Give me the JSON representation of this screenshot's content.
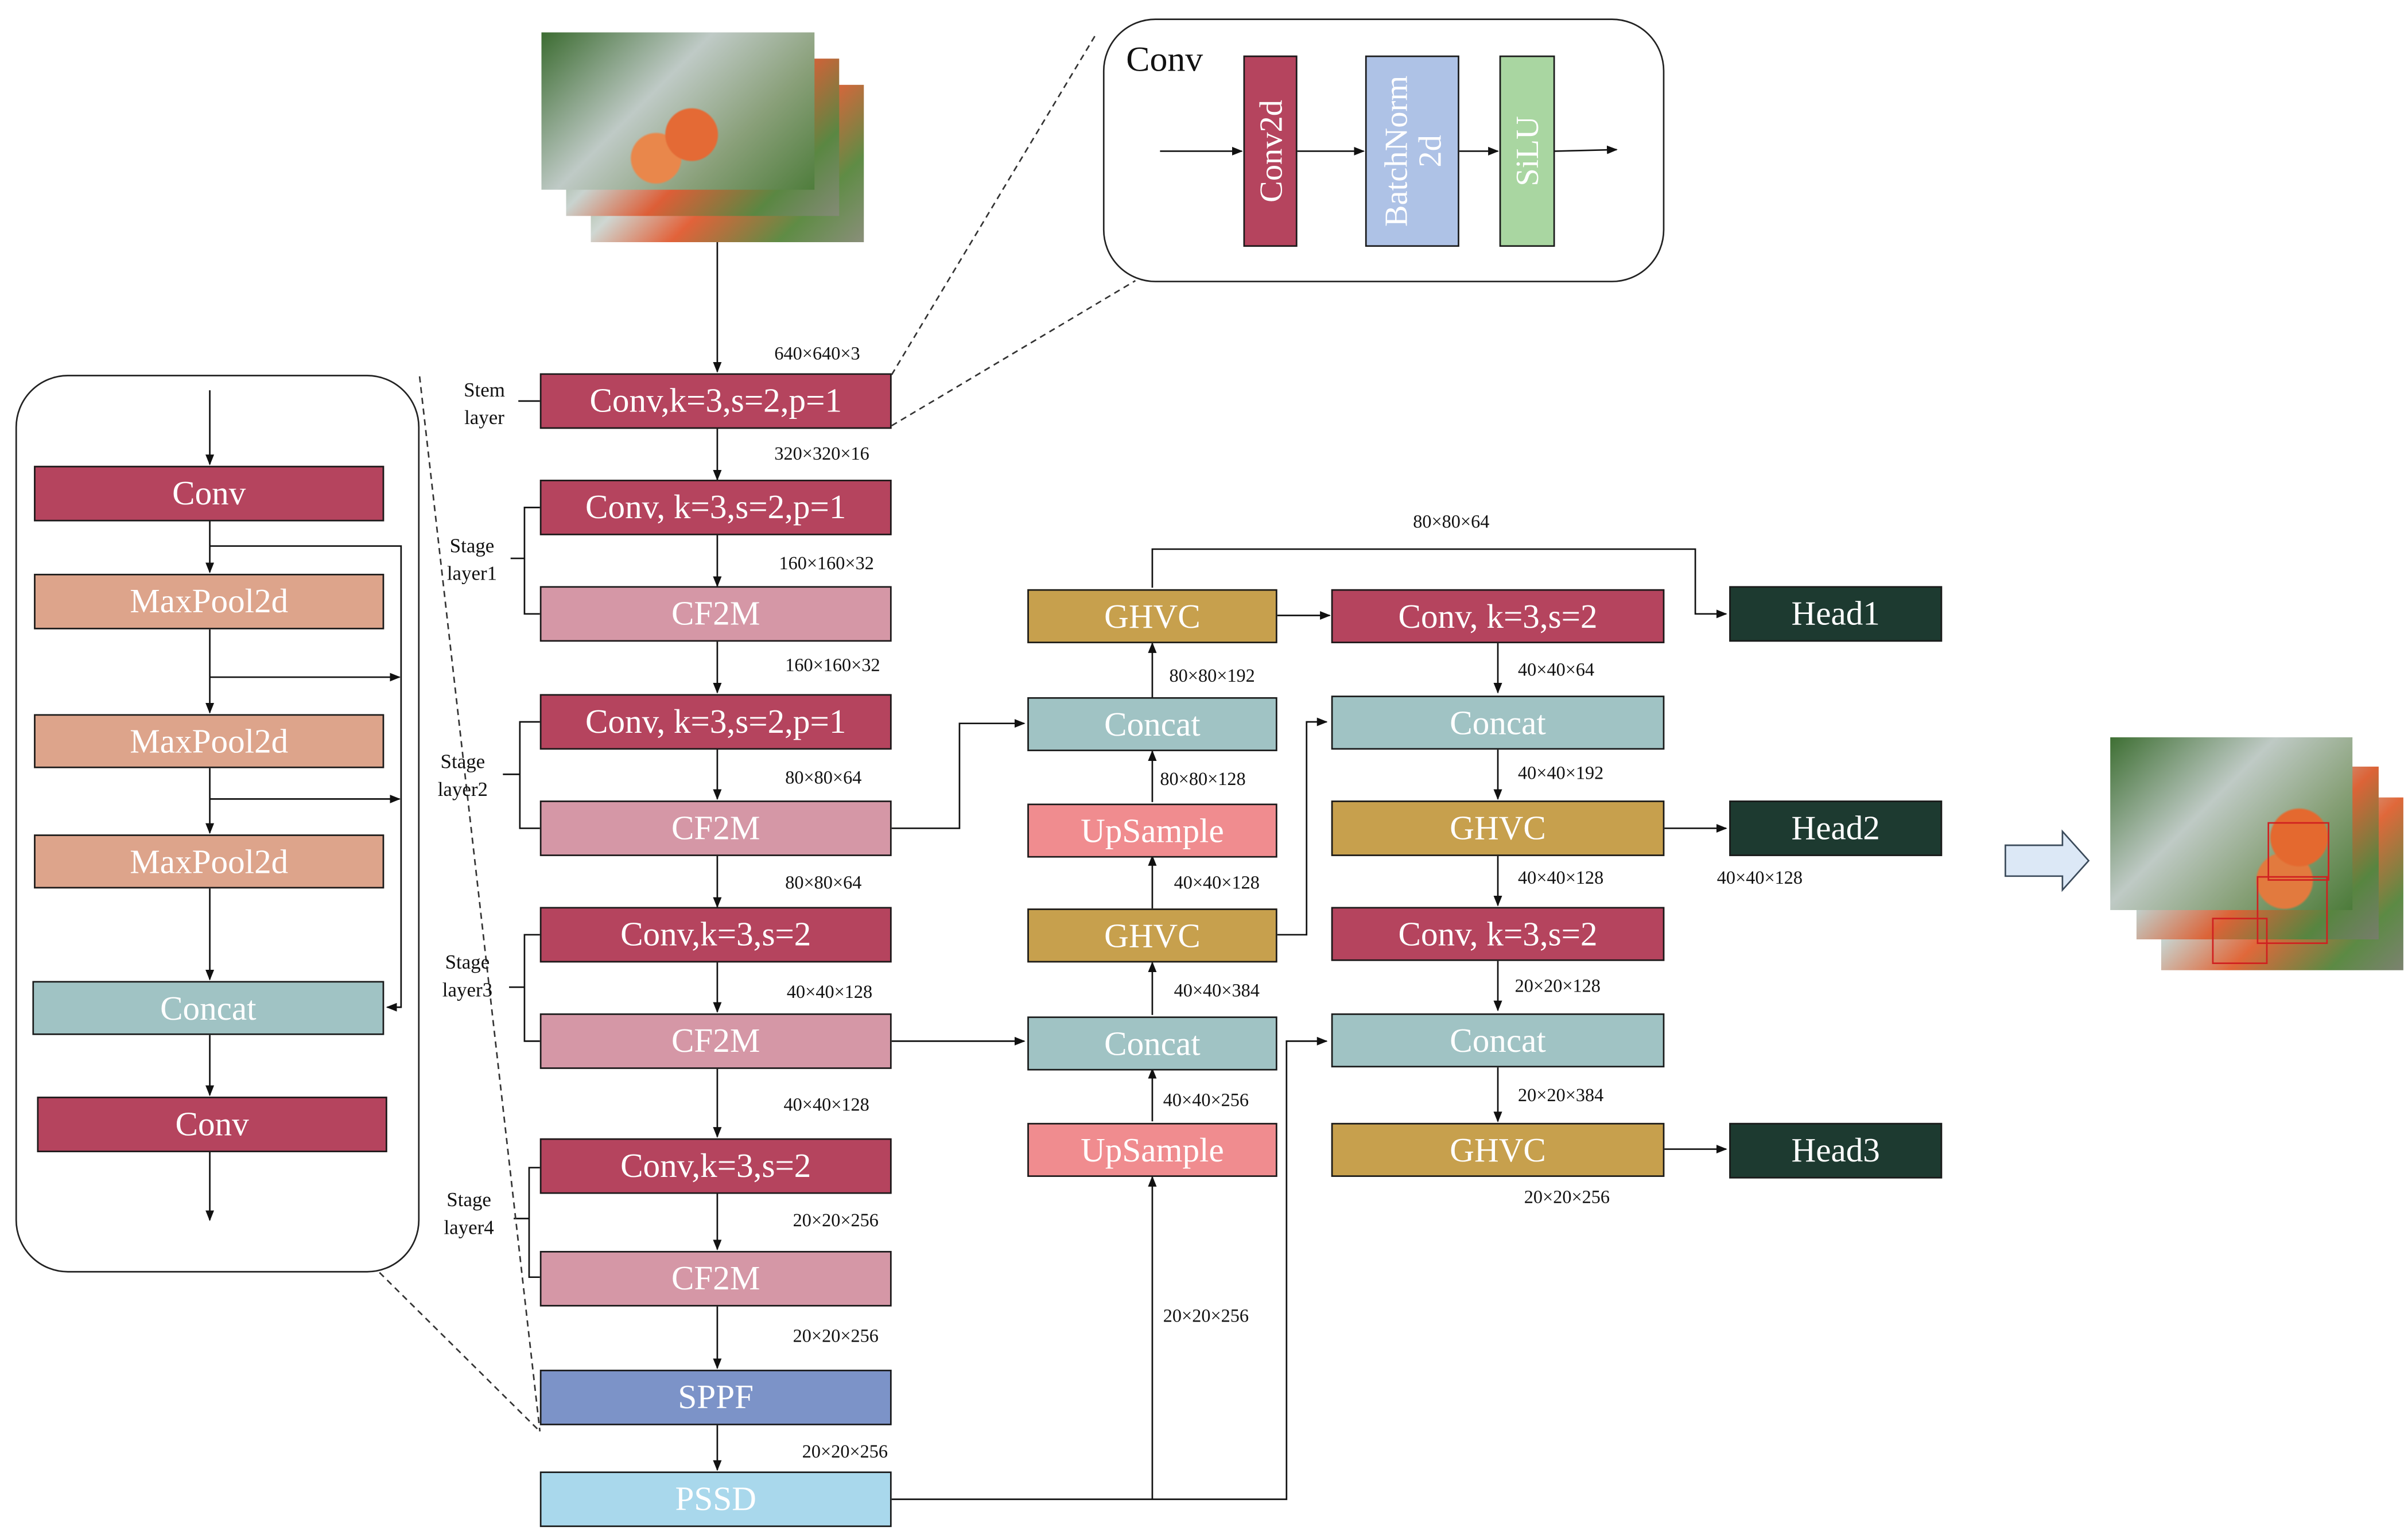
{
  "colors": {
    "conv": "#b5445e",
    "cf2m": "#d597a6",
    "maxpool": "#dda48b",
    "concat": "#a0c3c4",
    "ghvc": "#c7a04d",
    "upsample": "#f08c8f",
    "head": "#1d3a30",
    "sppf": "#7c93c8",
    "pssd": "#a9d8ec",
    "batchnorm": "#aec2e6",
    "silu": "#a9d6a1"
  },
  "conv_detail": {
    "title": "Conv",
    "conv2d": "Conv2d",
    "batchnorm": "BatchNorm2d",
    "silu": "SiLU"
  },
  "cf2m_detail": {
    "conv_top": "Conv",
    "maxpool_1": "MaxPool2d",
    "maxpool_2": "MaxPool2d",
    "maxpool_3": "MaxPool2d",
    "concat": "Concat",
    "conv_bottom": "Conv"
  },
  "backbone": {
    "stem_label": "Stem layer",
    "stage1_label": "Stage layer1",
    "stage2_label": "Stage layer2",
    "stage3_label": "Stage layer3",
    "stage4_label": "Stage layer4",
    "stem_conv": "Conv,k=3,s=2,p=1",
    "s1_conv": "Conv, k=3,s=2,p=1",
    "s1_cf2m": "CF2M",
    "s2_conv": "Conv, k=3,s=2,p=1",
    "s2_cf2m": "CF2M",
    "s3_conv": "Conv,k=3,s=2",
    "s3_cf2m": "CF2M",
    "s4_conv": "Conv,k=3,s=2",
    "s4_cf2m": "CF2M",
    "sppf": "SPPF",
    "pssd": "PSSD"
  },
  "neck": {
    "ghvc_top": "GHVC",
    "concat_upper": "Concat",
    "upsample_upper": "UpSample",
    "ghvc_mid": "GHVC",
    "concat_lower": "Concat",
    "upsample_lower": "UpSample",
    "conv_a": "Conv, k=3,s=2",
    "concat_a": "Concat",
    "ghvc_a": "GHVC",
    "conv_b": "Conv, k=3,s=2",
    "concat_b": "Concat",
    "ghvc_b": "GHVC"
  },
  "heads": {
    "head1": "Head1",
    "head2": "Head2",
    "head3": "Head3"
  },
  "dims": {
    "input": "640×640×3",
    "d_stem": "320×320×16",
    "d_s1a": "160×160×32",
    "d_s1b": "160×160×32",
    "d_s2a": "80×80×64",
    "d_s2b": "80×80×64",
    "d_s3a": "40×40×128",
    "d_s3b": "40×40×128",
    "d_s4a": "20×20×256",
    "d_s4b": "20×20×256",
    "d_sppf": "20×20×256",
    "d_top_route": "80×80×64",
    "d_n_ghvc_top": "80×80×192",
    "d_n_up1": "80×80×128",
    "d_n_ghvc_mid": "40×40×128",
    "d_n_concat_lower": "40×40×384",
    "d_n_up2": "40×40×256",
    "d_n_pssd": "20×20×256",
    "d_r_conv_a": "40×40×64",
    "d_r_concat_a": "40×40×192",
    "d_r_ghvc_a": "40×40×128",
    "d_r_conv_b": "20×20×128",
    "d_r_concat_b": "20×20×384",
    "d_r_ghvc_b": "20×20×256",
    "d_head2": "40×40×128"
  }
}
